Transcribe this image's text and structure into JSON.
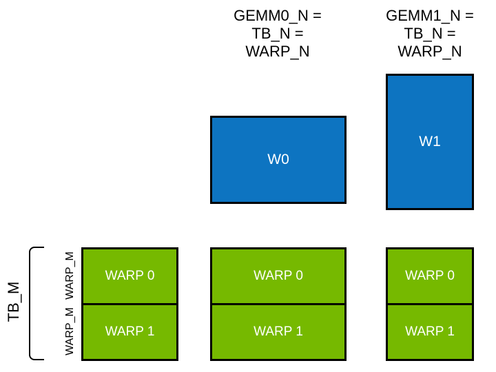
{
  "colors": {
    "blue": "#0d74c1",
    "green": "#76b900",
    "border": "#000000",
    "text_light": "#ffffff",
    "text_dark": "#000000"
  },
  "top_labels": [
    {
      "text": "GEMM0_N =\nTB_N =\nWARP_N"
    },
    {
      "text": "GEMM1_N =\nTB_N =\nWARP_N"
    }
  ],
  "gemm0_output": {
    "label": "W0"
  },
  "gemm1_output": {
    "label": "W1"
  },
  "warp_columns": [
    {
      "cells": [
        {
          "label": "WARP 0"
        },
        {
          "label": "WARP 1"
        }
      ]
    },
    {
      "cells": [
        {
          "label": "WARP 0"
        },
        {
          "label": "WARP 1"
        }
      ]
    },
    {
      "cells": [
        {
          "label": "WARP 0"
        },
        {
          "label": "WARP 1"
        }
      ]
    }
  ],
  "side_labels": {
    "tb_m": "TB_M",
    "warp_m_rows": [
      "WARP_M",
      "WARP_M"
    ]
  }
}
